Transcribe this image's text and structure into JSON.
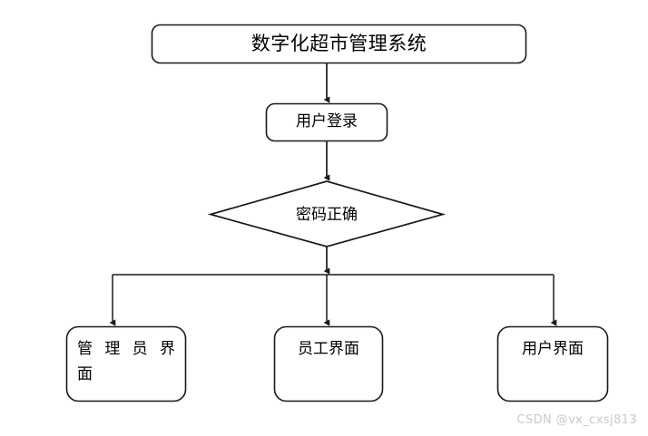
{
  "diagram": {
    "type": "flowchart",
    "background_color": "#ffffff",
    "stroke_color": "#1a1a1a",
    "nodes": {
      "title": {
        "label": "数字化超市管理系统",
        "shape": "rounded-rectangle"
      },
      "login": {
        "label": "用户登录",
        "shape": "rounded-rectangle"
      },
      "decision": {
        "label": "密码正确",
        "shape": "diamond"
      },
      "terminals": [
        {
          "label": "管理员界",
          "label_line2": "面",
          "full_label": "管理员界面",
          "shape": "rounded-rectangle"
        },
        {
          "label": "员工界面",
          "shape": "rounded-rectangle"
        },
        {
          "label": "用户界面",
          "shape": "rounded-rectangle"
        }
      ]
    }
  },
  "watermark": {
    "text": "CSDN @vx_cxsj813",
    "color": "#c9c9c9"
  }
}
